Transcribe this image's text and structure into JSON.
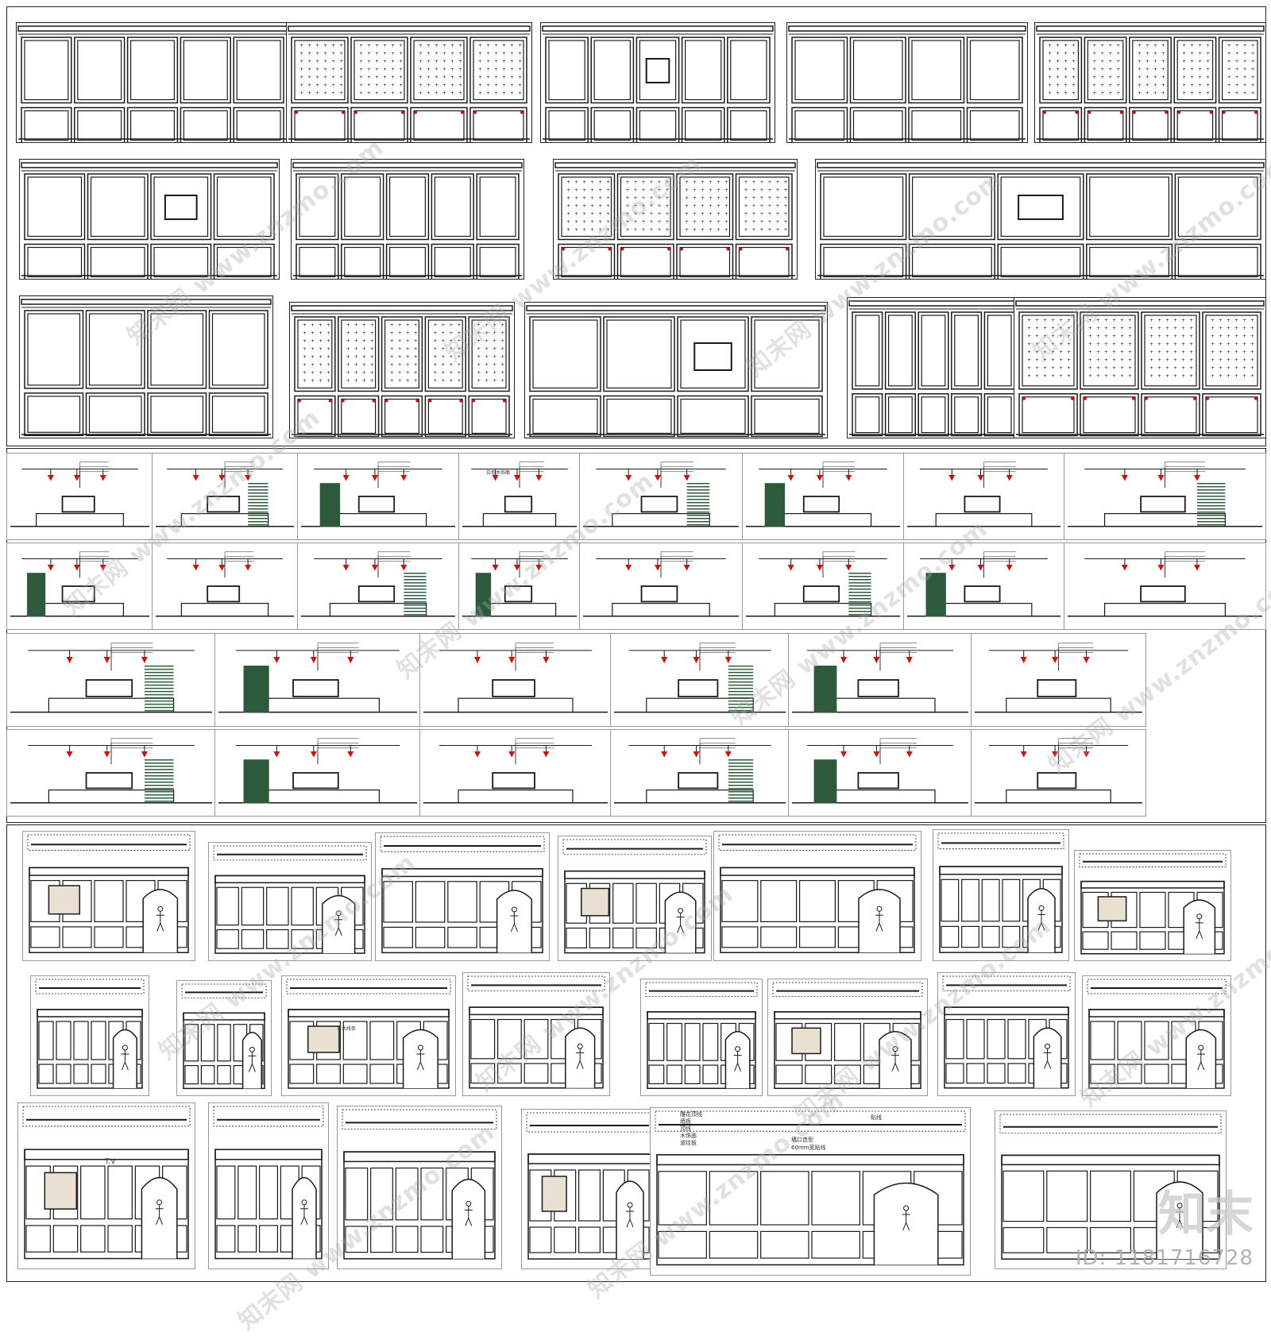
{
  "watermark": {
    "logo_text": "知末",
    "id_text": "ID: 1181716728",
    "site_text": "www.znzmo.com",
    "brand_text": "知末网"
  },
  "colors": {
    "line": "#1a1a1a",
    "accent_red": "#cc1111",
    "accent_green": "#2d5a3a",
    "watermark": "#b0b0b0"
  },
  "drawing_labels": {
    "tv_label": "T.V",
    "section_2_note": "白色木饰面",
    "section_3_note": "实木线条",
    "arch_note": "墙口造型",
    "arch_width_note": "60mm宽贴线",
    "line_note": "贴线",
    "ceiling_notes": [
      "雕花顶线",
      "墙板",
      "顶线",
      "木饰面",
      "波纹板"
    ]
  }
}
